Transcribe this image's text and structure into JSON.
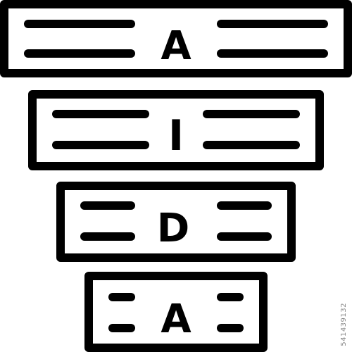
{
  "icon": {
    "name": "aida-funnel-icon",
    "stroke_color": "#000000",
    "background": "#ffffff"
  },
  "stages": [
    {
      "letter": "A"
    },
    {
      "letter": "I"
    },
    {
      "letter": "D"
    },
    {
      "letter": "A"
    }
  ],
  "watermark": {
    "text": "541439132"
  }
}
